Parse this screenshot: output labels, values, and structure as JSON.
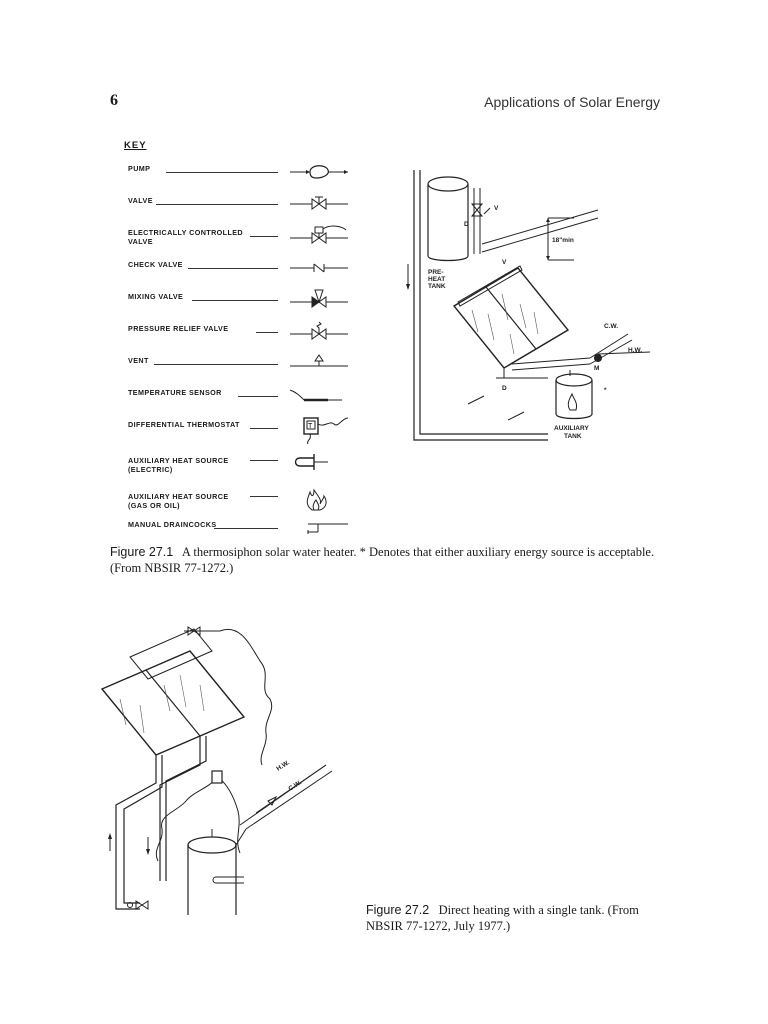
{
  "header": {
    "page_number": "6",
    "running_title": "Applications of Solar Energy"
  },
  "key": {
    "title": "KEY",
    "items": [
      {
        "label": "PUMP",
        "icon": "pump-icon"
      },
      {
        "label": "VALVE",
        "icon": "valve-icon"
      },
      {
        "label": "ELECTRICALLY CONTROLLED\nVALVE",
        "icon": "electric-valve-icon"
      },
      {
        "label": "CHECK VALVE",
        "icon": "check-valve-icon"
      },
      {
        "label": "MIXING VALVE",
        "icon": "mixing-valve-icon"
      },
      {
        "label": "PRESSURE RELIEF VALVE",
        "icon": "pressure-relief-valve-icon"
      },
      {
        "label": "VENT",
        "icon": "vent-icon"
      },
      {
        "label": "TEMPERATURE SENSOR",
        "icon": "temperature-sensor-icon"
      },
      {
        "label": "DIFFERENTIAL THERMOSTAT",
        "icon": "thermostat-icon"
      },
      {
        "label": "AUXILIARY HEAT SOURCE\n(ELECTRIC)",
        "icon": "electric-heater-icon"
      },
      {
        "label": "AUXILIARY HEAT SOURCE\n(GAS OR OIL)",
        "icon": "flame-icon"
      },
      {
        "label": "MANUAL DRAINCOCKS",
        "icon": "draincock-icon"
      }
    ]
  },
  "figure1": {
    "labels": {
      "preheat_tank": "PRE-\nHEAT\nTANK",
      "min_height": "18\"min",
      "cold_water": "C.W.",
      "hot_water": "H.W.",
      "auxiliary_tank": "AUXILIARY\nTANK",
      "valve_v": "V",
      "drain_d": "D",
      "motor_m": "M",
      "asterisk": "*"
    },
    "caption_label": "Figure 27.1",
    "caption_text": "A thermosiphon solar water heater. * Denotes that either auxiliary energy source is acceptable. (From NBSIR 77-1272.)"
  },
  "figure2": {
    "labels": {
      "hot_water": "H.W.",
      "cold_water": "C.W."
    },
    "caption_label": "Figure 27.2",
    "caption_text": "Direct heating with a single tank. (From NBSIR 77-1272, July 1977.)"
  }
}
